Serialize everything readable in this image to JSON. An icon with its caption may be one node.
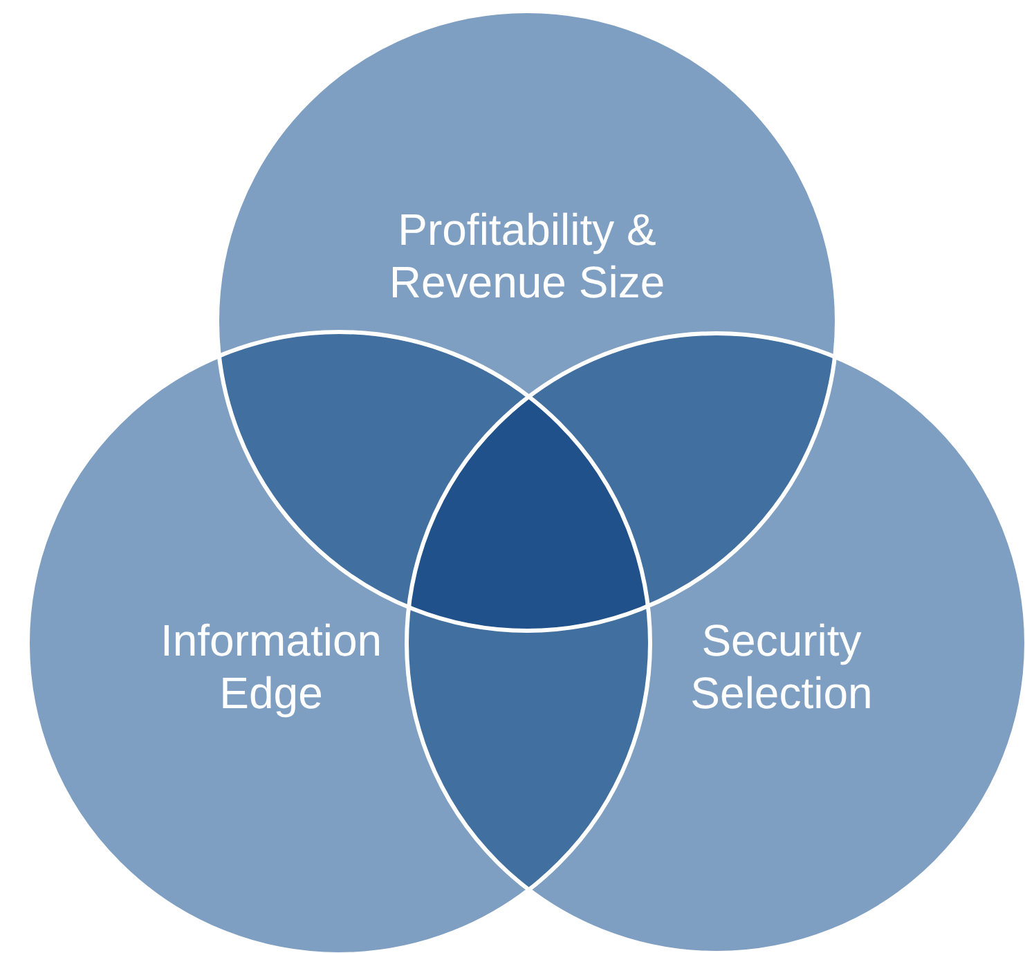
{
  "diagram": {
    "nodes": [
      {
        "text": [
          "Profitability & Revenue Size"
        ]
      },
      {
        "text": [
          "Information Edge"
        ]
      },
      {
        "text": [
          "Security Selection"
        ]
      }
    ]
  }
}
